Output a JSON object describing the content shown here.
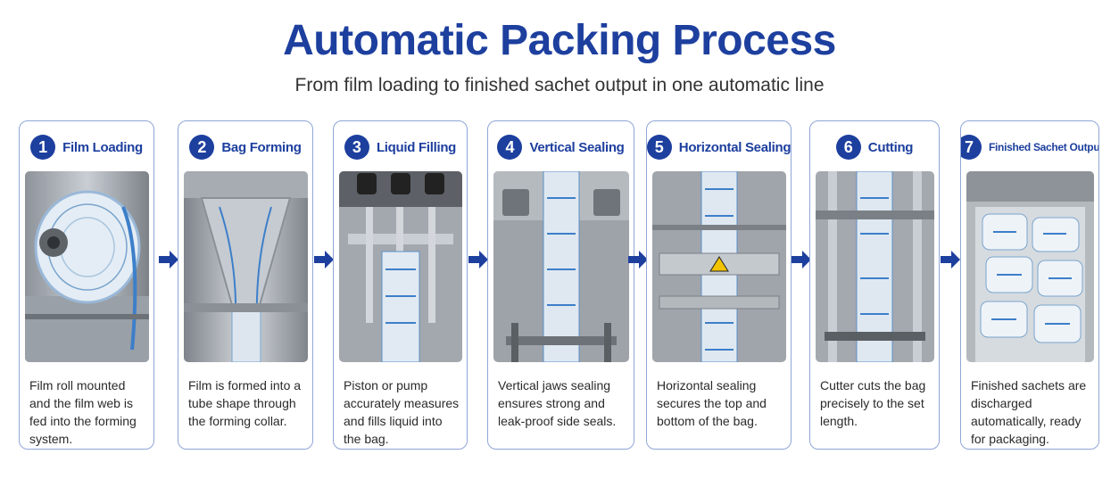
{
  "title": "Automatic Packing Process",
  "subtitle": "From film loading to finished sachet output in one automatic line",
  "steps": [
    {
      "number": "1",
      "title": "Film Loading",
      "description": "Film roll mounted and the film web is fed into the forming system."
    },
    {
      "number": "2",
      "title": "Bag Forming",
      "description": "Film is formed into a tube shape through the forming collar."
    },
    {
      "number": "3",
      "title": "Liquid Filling",
      "description": "Piston or pump accurately measures and fills liquid into the bag."
    },
    {
      "number": "4",
      "title": "Vertical Sealing",
      "description": "Vertical jaws sealing ensures strong and leak-proof side seals."
    },
    {
      "number": "5",
      "title": "Horizontal Sealing",
      "description": "Horizontal sealing secures the top and bottom of the bag."
    },
    {
      "number": "6",
      "title": "Cutting",
      "description": "Cutter cuts the bag precisely to the set length."
    },
    {
      "number": "7",
      "title": "Finished Sachet Output",
      "description": "Finished sachets are discharged automatically, ready for packaging."
    }
  ],
  "colors": {
    "accent": "#1d3f9e",
    "card_border": "#8fa6d6"
  }
}
